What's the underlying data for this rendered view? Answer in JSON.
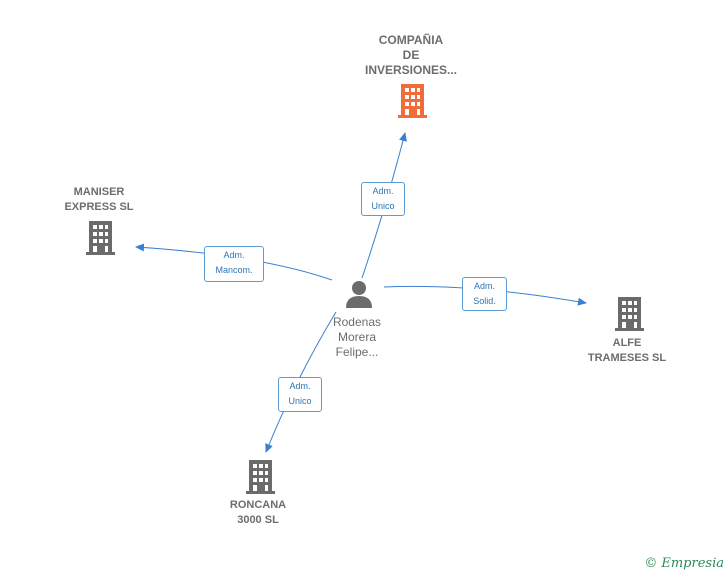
{
  "colors": {
    "edge": "#3a7fd1",
    "building_main": "#f26b38",
    "building": "#6b6b6b",
    "person": "#6b6b6b"
  },
  "nodes": {
    "main": {
      "label": "COMPAÑIA\nDE\nINVERSIONES...",
      "icon": "building-icon"
    },
    "maniser": {
      "label": "MANISER\nEXPRESS  SL",
      "icon": "building-icon"
    },
    "alfe": {
      "label": "ALFE\nTRAMESES  SL",
      "icon": "building-icon"
    },
    "roncana": {
      "label": "RONCANA\n3000 SL",
      "icon": "building-icon"
    },
    "person": {
      "label": "Rodenas\nMorera\nFelipe...",
      "icon": "person-icon"
    }
  },
  "edges": {
    "to_main": "Adm.\nUnico",
    "to_maniser": "Adm.\nMancom.",
    "to_alfe": "Adm.\nSolid.",
    "to_roncana": "Adm.\nUnico"
  },
  "footer": {
    "copyright": "©",
    "brand": "Empresia"
  }
}
